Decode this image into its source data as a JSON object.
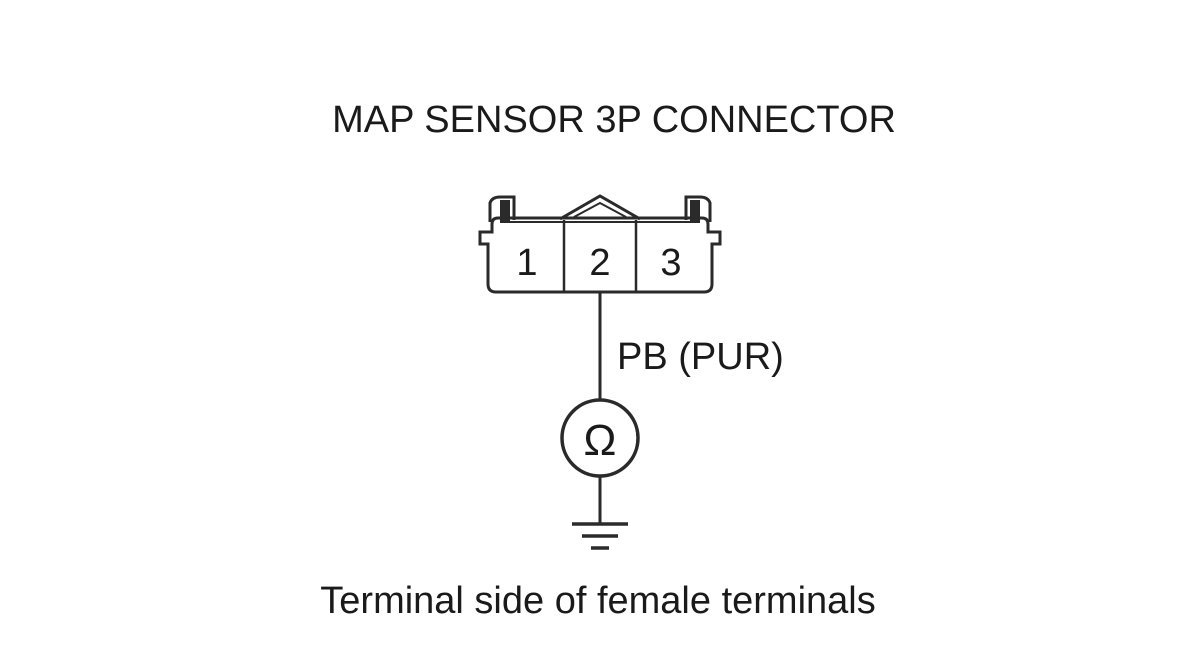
{
  "diagram": {
    "title": "MAP SENSOR 3P CONNECTOR",
    "connector": {
      "pins": [
        "1",
        "2",
        "3"
      ]
    },
    "wire_label": "PB (PUR)",
    "meter_symbol": "Ω",
    "ground_symbol": "ground-icon",
    "caption": "Terminal side of female terminals",
    "colors": {
      "line": "#2a2a2a",
      "text": "#1a1a1a",
      "background": "#ffffff"
    }
  }
}
